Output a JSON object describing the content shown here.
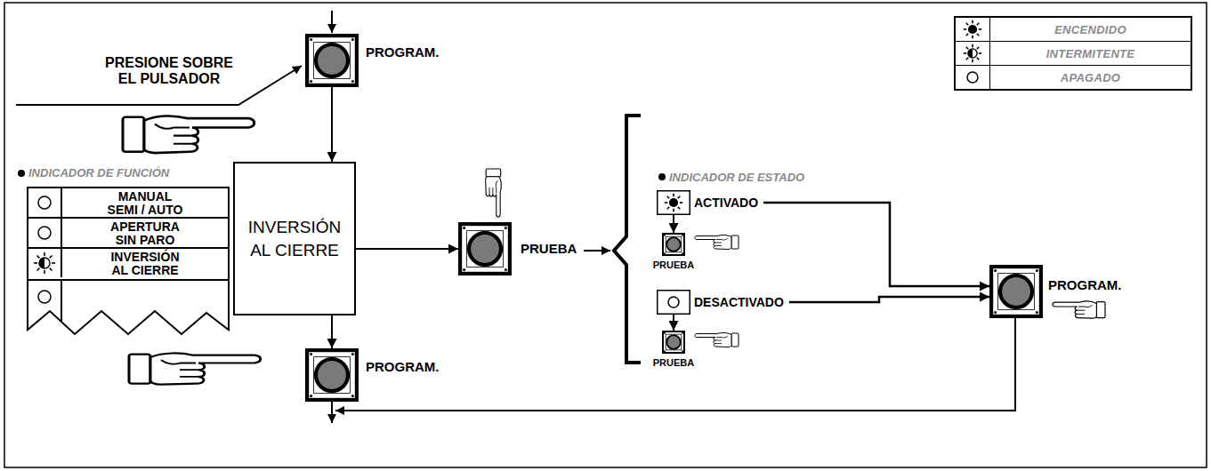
{
  "diagram": {
    "nodes": [
      {
        "text": [
          "PROGRAM."
        ]
      },
      {
        "text": [
          "INDICADOR DE FUNCIÓN"
        ]
      },
      {
        "text": [
          "MANUAL SEMI / AUTO"
        ],
        "in": 1
      },
      {
        "text": [
          "APERTURA SIN PARO"
        ],
        "in": 1
      },
      {
        "text": [
          "INVERSIÓN AL CIERRE"
        ],
        "in": 1
      },
      {
        "text": [
          "INVERSIÓN AL CIERRE"
        ]
      },
      {
        "text": [
          "PROGRAM."
        ]
      },
      {
        "text": [
          "PRUEBA"
        ]
      },
      {
        "text": [
          "ACTIVADO"
        ]
      },
      {
        "text": [
          "PRUEBA"
        ]
      },
      {
        "text": [
          "DESACTIVADO"
        ]
      },
      {
        "text": [
          "PRUEBA"
        ]
      },
      {
        "text": [
          "PROGRAM."
        ]
      }
    ],
    "edges": [
      {
        "from": 0,
        "to": 5,
        "arrow": "to"
      },
      {
        "from": 5,
        "to": 6,
        "arrow": "to"
      },
      {
        "from": 5,
        "to": 7,
        "arrow": "to"
      },
      {
        "from": 8,
        "to": 9,
        "arrow": "to"
      },
      {
        "from": 10,
        "to": 11,
        "arrow": "to"
      },
      {
        "from": 8,
        "to": 12,
        "arrow": "to"
      },
      {
        "from": 10,
        "to": 12,
        "arrow": "to"
      }
    ],
    "labels": [
      "PRESIONE SOBRE EL PULSADOR",
      "INDICADOR DE ESTADO"
    ],
    "legend": [
      {
        "text": "ENCENDIDO"
      },
      {
        "text": "INTERMITENTE"
      },
      {
        "text": "APAGADO"
      }
    ]
  }
}
